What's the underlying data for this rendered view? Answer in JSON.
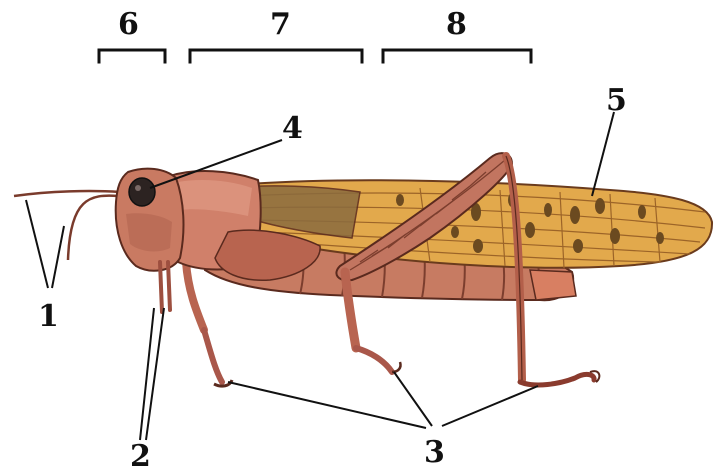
{
  "diagram": {
    "region_labels": [
      "6",
      "7",
      "8"
    ],
    "part_labels": [
      "1",
      "2",
      "3",
      "4",
      "5"
    ],
    "colors": {
      "body": "#c9735d",
      "body_dark": "#8a3b2e",
      "wing": "#e0a94a",
      "wing_spots": "#6b4a20",
      "legs": "#b7604c",
      "outline": "#5a2a1e",
      "label": "#111111"
    }
  }
}
